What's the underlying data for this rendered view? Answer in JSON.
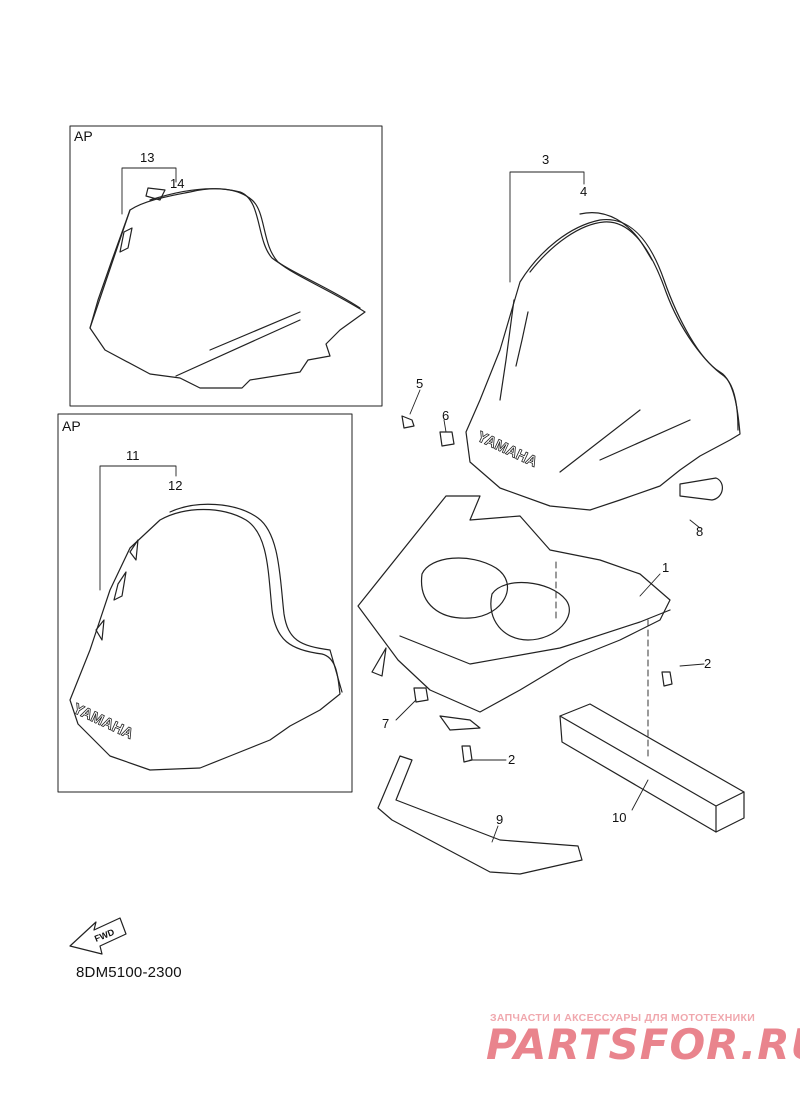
{
  "diagram": {
    "inset_top_label": "AP",
    "inset_bottom_label": "AP",
    "brand_text": "YAMAHA",
    "fwd_label": "FWD",
    "code": "8DM5100-2300",
    "callouts": {
      "c1": "1",
      "c2a": "2",
      "c2b": "2",
      "c3": "3",
      "c4": "4",
      "c5": "5",
      "c6": "6",
      "c7": "7",
      "c8": "8",
      "c9": "9",
      "c10": "10",
      "c11": "11",
      "c12": "12",
      "c13": "13",
      "c14": "14"
    }
  },
  "watermark": {
    "tagline": "ЗАПЧАСТИ И АКСЕССУАРЫ ДЛЯ МОТОТЕХНИКИ",
    "brand": "PARTSFOR.RU",
    "color": "#e9848d"
  }
}
